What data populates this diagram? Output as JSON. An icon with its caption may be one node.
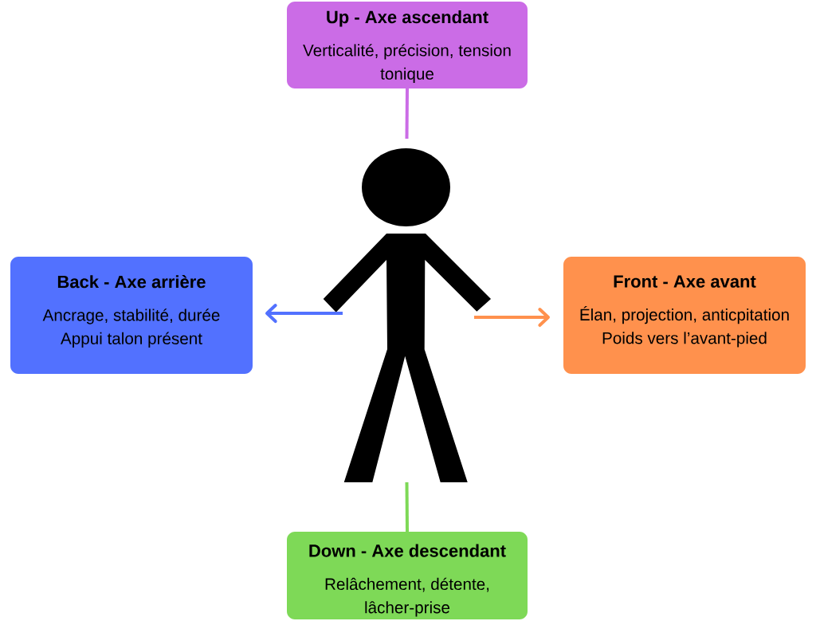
{
  "diagram": {
    "nodes": [
      {
        "text": [
          "Up - Axe ascendant",
          "Verticalité, précision, tension tonique"
        ]
      },
      {
        "text": [
          "Back - Axe arrière",
          "Ancrage, stabilité, durée",
          "Appui talon présent"
        ]
      },
      {
        "text": [],
        "shape": "person"
      },
      {
        "text": [
          "Front - Axe avant",
          "Élan, projection, anticpitation",
          "Poids vers l’avant-pied"
        ]
      },
      {
        "text": [
          "Down - Axe descendant",
          "Relâchement, détente, lâcher-prise"
        ]
      }
    ],
    "edges": [
      {
        "from": 0,
        "to": 2,
        "arrow": "none",
        "color": "#cb6ce6"
      },
      {
        "from": 2,
        "to": 1,
        "arrow": "to",
        "color": "#5271ff"
      },
      {
        "from": 2,
        "to": 3,
        "arrow": "to",
        "color": "#ff914d"
      },
      {
        "from": 2,
        "to": 4,
        "arrow": "none",
        "color": "#7ed957"
      }
    ]
  }
}
